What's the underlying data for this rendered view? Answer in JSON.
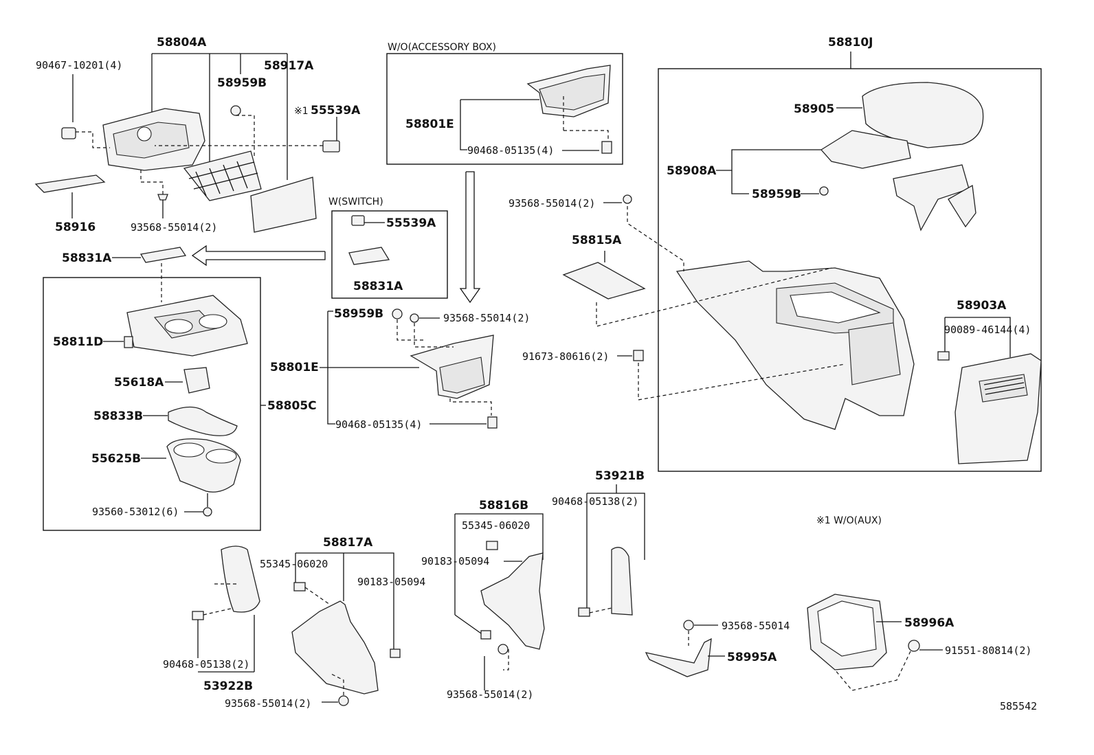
{
  "diagram_id": "585542",
  "headers": {
    "wo_accessory_box": "W/O(ACCESSORY BOX)",
    "w_switch": "W(SWITCH)",
    "note_wo_aux": "※1 W/O(AUX)",
    "note_marker": "※1"
  },
  "labels": {
    "p58804A": "58804A",
    "p90467_10201": "90467-10201(4)",
    "p58959B_top": "58959B",
    "p58917A": "58917A",
    "p55539A_top": "55539A",
    "p58916": "58916",
    "p93568_a": "93568-55014(2)",
    "p58801E_top": "58801E",
    "p90468_05135_top": "90468-05135(4)",
    "p55539A_sw": "55539A",
    "p58831A_sw": "58831A",
    "p58831A_left": "58831A",
    "p58811D": "58811D",
    "p55618A": "55618A",
    "p58833B": "58833B",
    "p55625B": "55625B",
    "p93560_53012": "93560-53012(6)",
    "p58805C": "58805C",
    "p58959B_mid": "58959B",
    "p93568_b": "93568-55014(2)",
    "p58801E_mid": "58801E",
    "p90468_05135_mid": "90468-05135(4)",
    "p58810J": "58810J",
    "p58905": "58905",
    "p58908A": "58908A",
    "p58959B_right": "58959B",
    "p93568_c": "93568-55014(2)",
    "p58815A": "58815A",
    "p58903A": "58903A",
    "p90089_46144": "90089-46144(4)",
    "p91673_80616": "91673-80616(2)",
    "p53921B": "53921B",
    "p90468_05138_r": "90468-05138(2)",
    "p58816B": "58816B",
    "p55345_06020_r": "55345-06020",
    "p90183_05094_r": "90183-05094",
    "p93568_d": "93568-55014(2)",
    "p58817A": "58817A",
    "p55345_06020_l": "55345-06020",
    "p90183_05094_l": "90183-05094",
    "p93568_e": "93568-55014(2)",
    "p90468_05138_l": "90468-05138(2)",
    "p53922B": "53922B",
    "p93568_f": "93568-55014",
    "p58995A": "58995A",
    "p58996A": "58996A",
    "p91551_80814": "91551-80814(2)"
  }
}
